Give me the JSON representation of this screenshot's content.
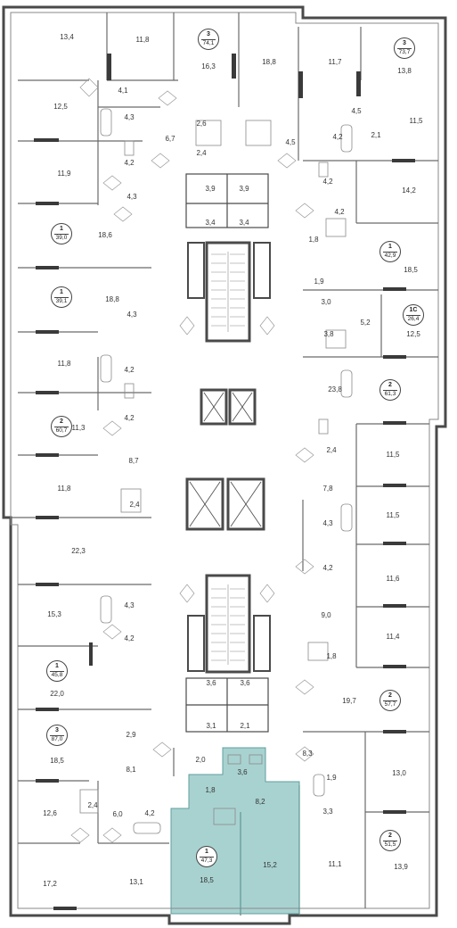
{
  "colors": {
    "wall": "#4a4a4a",
    "thin": "#7a7a7a",
    "highlight": "#a8d2d0",
    "highlight_edge": "#5f9f9d"
  },
  "apartments": [
    {
      "id": "apt-3-74",
      "rooms": "3",
      "area": "74,1"
    },
    {
      "id": "apt-3-73",
      "rooms": "3",
      "area": "73,7"
    },
    {
      "id": "apt-1-42",
      "rooms": "1",
      "area": "42,9"
    },
    {
      "id": "apt-1c-26",
      "rooms": "1С",
      "area": "26,4"
    },
    {
      "id": "apt-1-39-0",
      "rooms": "1",
      "area": "39,0"
    },
    {
      "id": "apt-1-39-1",
      "rooms": "1",
      "area": "39,1"
    },
    {
      "id": "apt-2-61",
      "rooms": "2",
      "area": "61,3"
    },
    {
      "id": "apt-2-60",
      "rooms": "2",
      "area": "60,7"
    },
    {
      "id": "apt-1-45",
      "rooms": "1",
      "area": "45,8"
    },
    {
      "id": "apt-2-57",
      "rooms": "2",
      "area": "57,7"
    },
    {
      "id": "apt-3-87",
      "rooms": "3",
      "area": "87,0"
    },
    {
      "id": "apt-2-51",
      "rooms": "2",
      "area": "51,5"
    },
    {
      "id": "apt-1-47-selected",
      "rooms": "1",
      "area": "47,3"
    }
  ],
  "room_areas": [
    "13,4",
    "11,8",
    "16,3",
    "18,8",
    "11,7",
    "13,8",
    "4,1",
    "12,5",
    "4,3",
    "4,2",
    "6,7",
    "2,6",
    "2,4",
    "4,5",
    "4,5",
    "4,2",
    "2,1",
    "11,5",
    "11,9",
    "4,3",
    "3,9",
    "3,9",
    "3,4",
    "3,4",
    "4,2",
    "14,2",
    "18,6",
    "4,2",
    "1,8",
    "18,5",
    "1,9",
    "18,8",
    "3,0",
    "5,2",
    "3,8",
    "12,5",
    "4,3",
    "11,8",
    "4,2",
    "23,8",
    "4,2",
    "11,3",
    "8,7",
    "2,4",
    "11,5",
    "11,8",
    "2,4",
    "7,8",
    "11,5",
    "22,3",
    "4,3",
    "4,2",
    "11,6",
    "15,3",
    "4,3",
    "9,0",
    "4,2",
    "11,4",
    "1,8",
    "22,0",
    "3,6",
    "3,6",
    "19,7",
    "3,1",
    "2,1",
    "18,5",
    "2,9",
    "8,3",
    "2,0",
    "3,6",
    "13,0",
    "8,1",
    "1,9",
    "1,8",
    "8,2",
    "3,3",
    "12,6",
    "2,4",
    "6,0",
    "4,2",
    "18,5",
    "15,2",
    "11,1",
    "13,9",
    "17,2",
    "13,1"
  ]
}
